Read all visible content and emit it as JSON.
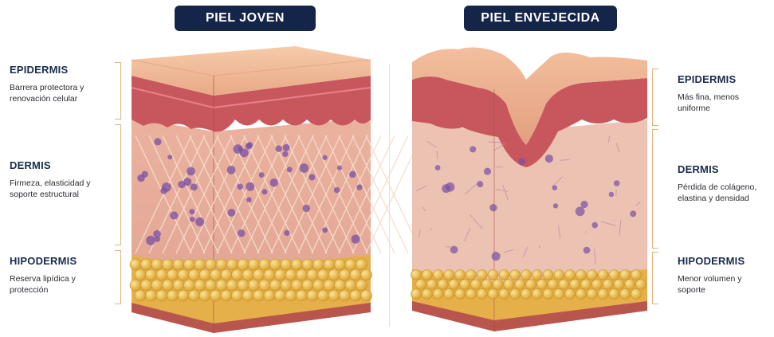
{
  "titles": {
    "young": "PIEL JOVEN",
    "aged": "PIEL ENVEJECIDA"
  },
  "young": {
    "epidermis": {
      "name": "EPIDERMIS",
      "desc": "Barrera protectora y renovación celular"
    },
    "dermis": {
      "name": "DERMIS",
      "desc": "Firmeza, elasticidad y soporte estructural"
    },
    "hipodermis": {
      "name": "HIPODERMIS",
      "desc": "Reserva lipídica y protección"
    }
  },
  "aged": {
    "epidermis": {
      "name": "EPIDERMIS",
      "desc": "Más fina, menos uniforme"
    },
    "dermis": {
      "name": "DERMIS",
      "desc": "Pérdida de colágeno, elastina y densidad"
    },
    "hipodermis": {
      "name": "HIPODERMIS",
      "desc": "Menor volumen y soporte"
    }
  },
  "colors": {
    "title_bg": "#152549",
    "heading": "#1b2b4f",
    "bracket": "#e6b07a",
    "skin_top": "#f0b894",
    "epidermis_band": "#c8575d",
    "dermis": "#efc0ad",
    "collagen": "#f6d9c8",
    "cells": "#7a4fa3",
    "fat": "#e8b542",
    "base": "#b8564e"
  }
}
